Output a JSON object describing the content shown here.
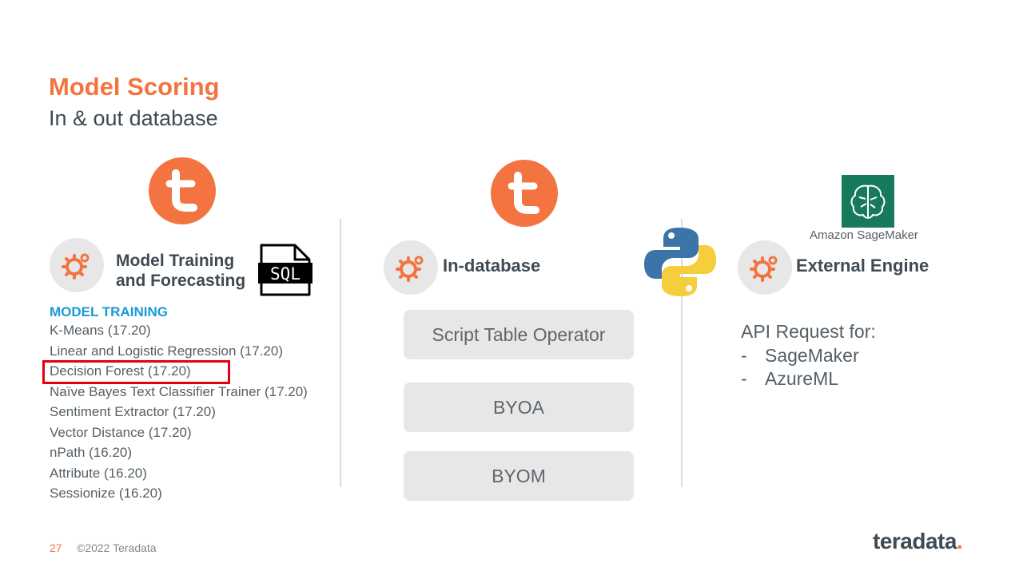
{
  "slide": {
    "title": "Model Scoring",
    "subtitle": "In & out database",
    "page_number": "27",
    "copyright": "©2022 Teradata",
    "brand": "teradata",
    "brand_dot": "."
  },
  "colors": {
    "accent": "#f37440",
    "text": "#404a52",
    "link": "#1a9ad6",
    "highlight": "#e3000f",
    "box": "#e7e7e7"
  },
  "left_section": {
    "heading_line1": "Model Training",
    "heading_line2": "and Forecasting",
    "icons": [
      "teradata-logo-icon",
      "gear-icon",
      "sql-file-icon"
    ],
    "label": "MODEL TRAINING",
    "items": [
      "K-Means (17.20)",
      "Linear and Logistic Regression (17.20)",
      "Decision Forest (17.20)",
      "Naïve Bayes Text Classifier Trainer (17.20)",
      "Sentiment Extractor (17.20)",
      "Vector Distance (17.20)",
      "nPath (16.20)",
      "Attribute (16.20)",
      "Sessionize (16.20)"
    ],
    "highlighted_item": "Decision Forest (17.20)"
  },
  "middle_section": {
    "heading": "In-database",
    "icons": [
      "teradata-logo-icon",
      "gear-icon"
    ],
    "boxes": [
      "Script Table Operator",
      "BYOA",
      "BYOM"
    ]
  },
  "right_section": {
    "heading": "External Engine",
    "icons": [
      "python-logo-icon",
      "sagemaker-icon",
      "gear-icon"
    ],
    "sagemaker_label": "Amazon SageMaker",
    "api_title": "API Request for:",
    "api_items": [
      "SageMaker",
      "AzureML"
    ],
    "dash": "-"
  }
}
